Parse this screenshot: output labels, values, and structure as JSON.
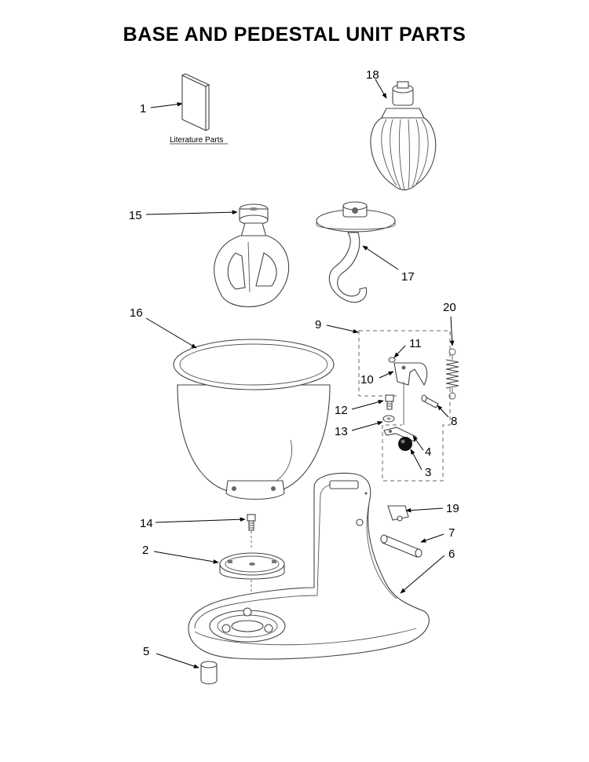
{
  "title": "BASE AND PEDESTAL UNIT PARTS",
  "literature_caption": "Literature Parts",
  "callouts": {
    "p1": "1",
    "p2": "2",
    "p3": "3",
    "p4": "4",
    "p5": "5",
    "p6": "6",
    "p7": "7",
    "p8": "8",
    "p9": "9",
    "p10": "10",
    "p11": "11",
    "p12": "12",
    "p13": "13",
    "p14": "14",
    "p15": "15",
    "p16": "16",
    "p17": "17",
    "p18": "18",
    "p19": "19",
    "p20": "20"
  }
}
